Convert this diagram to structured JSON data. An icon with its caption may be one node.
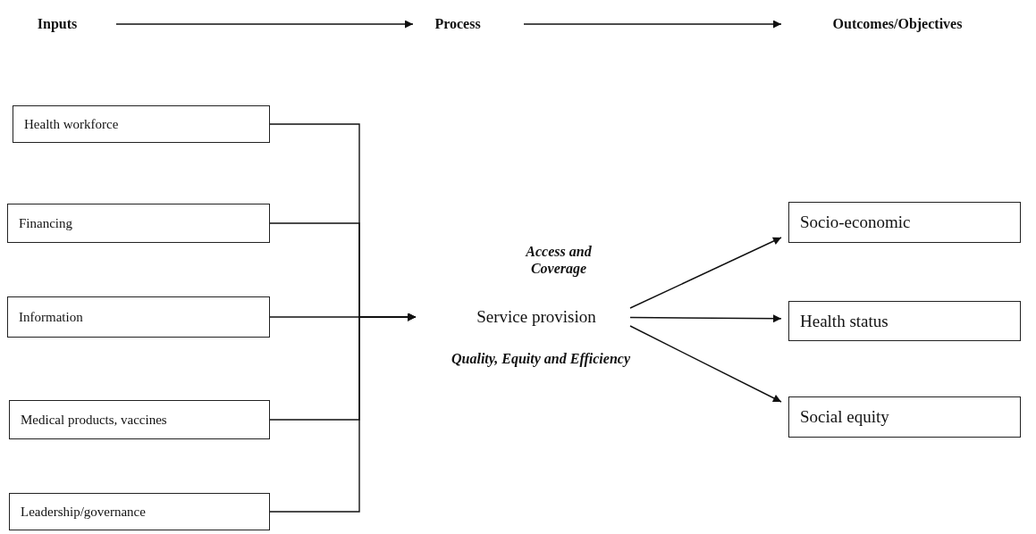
{
  "diagram": {
    "nodes": [
      {
        "text": [
          "Inputs"
        ]
      },
      {
        "text": [
          "Process"
        ]
      },
      {
        "text": [
          "Outcomes/Objectives"
        ]
      },
      {
        "text": [
          "Health workforce"
        ]
      },
      {
        "text": [
          "Financing"
        ]
      },
      {
        "text": [
          "Information"
        ]
      },
      {
        "text": [
          "Medical products, vaccines"
        ]
      },
      {
        "text": [
          "Leadership/governance"
        ]
      },
      {
        "text": [
          "Service provision"
        ],
        "beside": [
          "Access and Coverage",
          "Quality, Equity and Efficiency"
        ]
      },
      {
        "text": [
          "Socio-economic"
        ]
      },
      {
        "text": [
          "Health status"
        ]
      },
      {
        "text": [
          "Social equity"
        ]
      }
    ],
    "edges": [
      {
        "from": 0,
        "to": 1,
        "arrow": "to"
      },
      {
        "from": 1,
        "to": 2,
        "arrow": "to"
      },
      {
        "from": 3,
        "to": 8,
        "arrow": "to"
      },
      {
        "from": 4,
        "to": 8,
        "arrow": "to"
      },
      {
        "from": 5,
        "to": 8,
        "arrow": "to"
      },
      {
        "from": 6,
        "to": 8,
        "arrow": "to"
      },
      {
        "from": 7,
        "to": 8,
        "arrow": "to"
      },
      {
        "from": 8,
        "to": 9,
        "arrow": "to"
      },
      {
        "from": 8,
        "to": 10,
        "arrow": "to"
      },
      {
        "from": 8,
        "to": 11,
        "arrow": "to"
      }
    ]
  }
}
